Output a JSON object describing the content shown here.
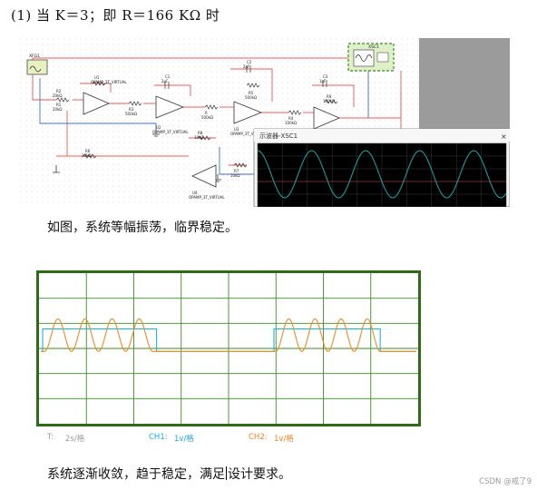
{
  "heading": "(1) 当 K＝3；即 R＝166 KΩ 时",
  "schematic": {
    "source_label": "XFG1",
    "scope_label": "XSC1",
    "components": [
      {
        "id": "R2",
        "value": "20kΩ"
      },
      {
        "id": "U1",
        "value": "OPAMP_3T_VIRTUAL"
      },
      {
        "id": "R1",
        "value": "20kΩ"
      },
      {
        "id": "C1",
        "value": "2μF"
      },
      {
        "id": "R3",
        "value": "500kΩ"
      },
      {
        "id": "U2",
        "value": "OPAMP_3T_VIRTUAL"
      },
      {
        "id": "R",
        "value": "500kΩ"
      },
      {
        "id": "C2",
        "value": "2μF"
      },
      {
        "id": "R5",
        "value": "500kΩ"
      },
      {
        "id": "U3",
        "value": "OPAMP_3T_VIRTUAL"
      },
      {
        "id": "C3",
        "value": "1μF"
      },
      {
        "id": "R9",
        "value": "100kΩ"
      },
      {
        "id": "R4",
        "value": "100kΩ"
      },
      {
        "id": "U5",
        "value": "OPAMP_3T_VIRTUAL"
      },
      {
        "id": "R6",
        "value": "20kΩ"
      },
      {
        "id": "R8",
        "value": "10kΩ"
      },
      {
        "id": "U4",
        "value": "OPAMP_3T_VIRTUAL"
      },
      {
        "id": "R7",
        "value": "10kΩ"
      }
    ]
  },
  "scope_window": {
    "title": "示波器-XSC1",
    "close": "×"
  },
  "para1": "如图，系统等幅振荡，临界稳定。",
  "scope_legend": {
    "t": "T:",
    "t_val": "2s/格",
    "ch1": "CH1:",
    "ch1_val": "1v/格",
    "ch2": "CH2:",
    "ch2_val": "1v/格"
  },
  "para2_a": "系统逐渐收敛，趋于稳定，满足",
  "para2_b": "设计要求。",
  "watermark": "CSDN @戒了9",
  "colors": {
    "scope_border": "#2e6b16",
    "grid": "#3f8a2a",
    "ch1": "#22b4d8",
    "ch2": "#f08a24",
    "ch1_legend": "#22a6e0",
    "ch2_legend": "#f0822a",
    "t_legend": "#999999",
    "wire_red": "#e85a5a",
    "wire_blue": "#3a6fd0",
    "wave_teal": "#1aa8a8"
  },
  "chart_data": [
    {
      "type": "line",
      "note_visible": "oscilloscope sine (steady oscillation)",
      "series": [
        {
          "cycles_shown": 4.6,
          "amplitude_divs": 1.1
        }
      ]
    },
    {
      "type": "line",
      "series": [
        {
          "id": "ch2",
          "bursts": [
            {
              "start": 0.0,
              "end": 0.3
            },
            {
              "start": 0.61,
              "end": 0.9
            }
          ],
          "cycles_per_burst": 4,
          "amplitude_divs": 1.3
        },
        {
          "id": "ch1",
          "step_high_ranges": [
            [
              0.0,
              0.31
            ],
            [
              0.61,
              0.9
            ]
          ]
        }
      ]
    }
  ]
}
